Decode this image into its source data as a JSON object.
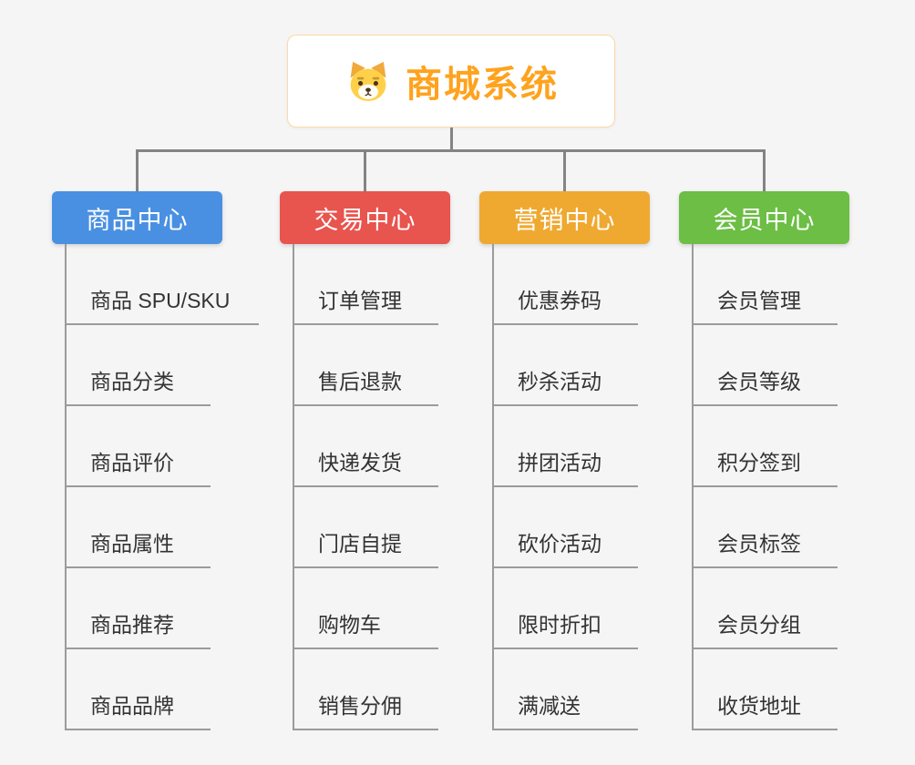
{
  "root": {
    "title": "商城系统",
    "title_color": "#ffa21d",
    "border_color": "#ffd9a6",
    "icon": "dog-icon"
  },
  "connector_color": "#848484",
  "branches": [
    {
      "label": "商品中心",
      "color": "#4a90e2",
      "children": [
        "商品 SPU/SKU",
        "商品分类",
        "商品评价",
        "商品属性",
        "商品推荐",
        "商品品牌"
      ]
    },
    {
      "label": "交易中心",
      "color": "#e8544e",
      "children": [
        "订单管理",
        "售后退款",
        "快递发货",
        "门店自提",
        "购物车",
        "销售分佣"
      ]
    },
    {
      "label": "营销中心",
      "color": "#efa930",
      "children": [
        "优惠券码",
        "秒杀活动",
        "拼团活动",
        "砍价活动",
        "限时折扣",
        "满减送"
      ]
    },
    {
      "label": "会员中心",
      "color": "#6cbe45",
      "children": [
        "会员管理",
        "会员等级",
        "积分签到",
        "会员标签",
        "会员分组",
        "收货地址"
      ]
    }
  ]
}
